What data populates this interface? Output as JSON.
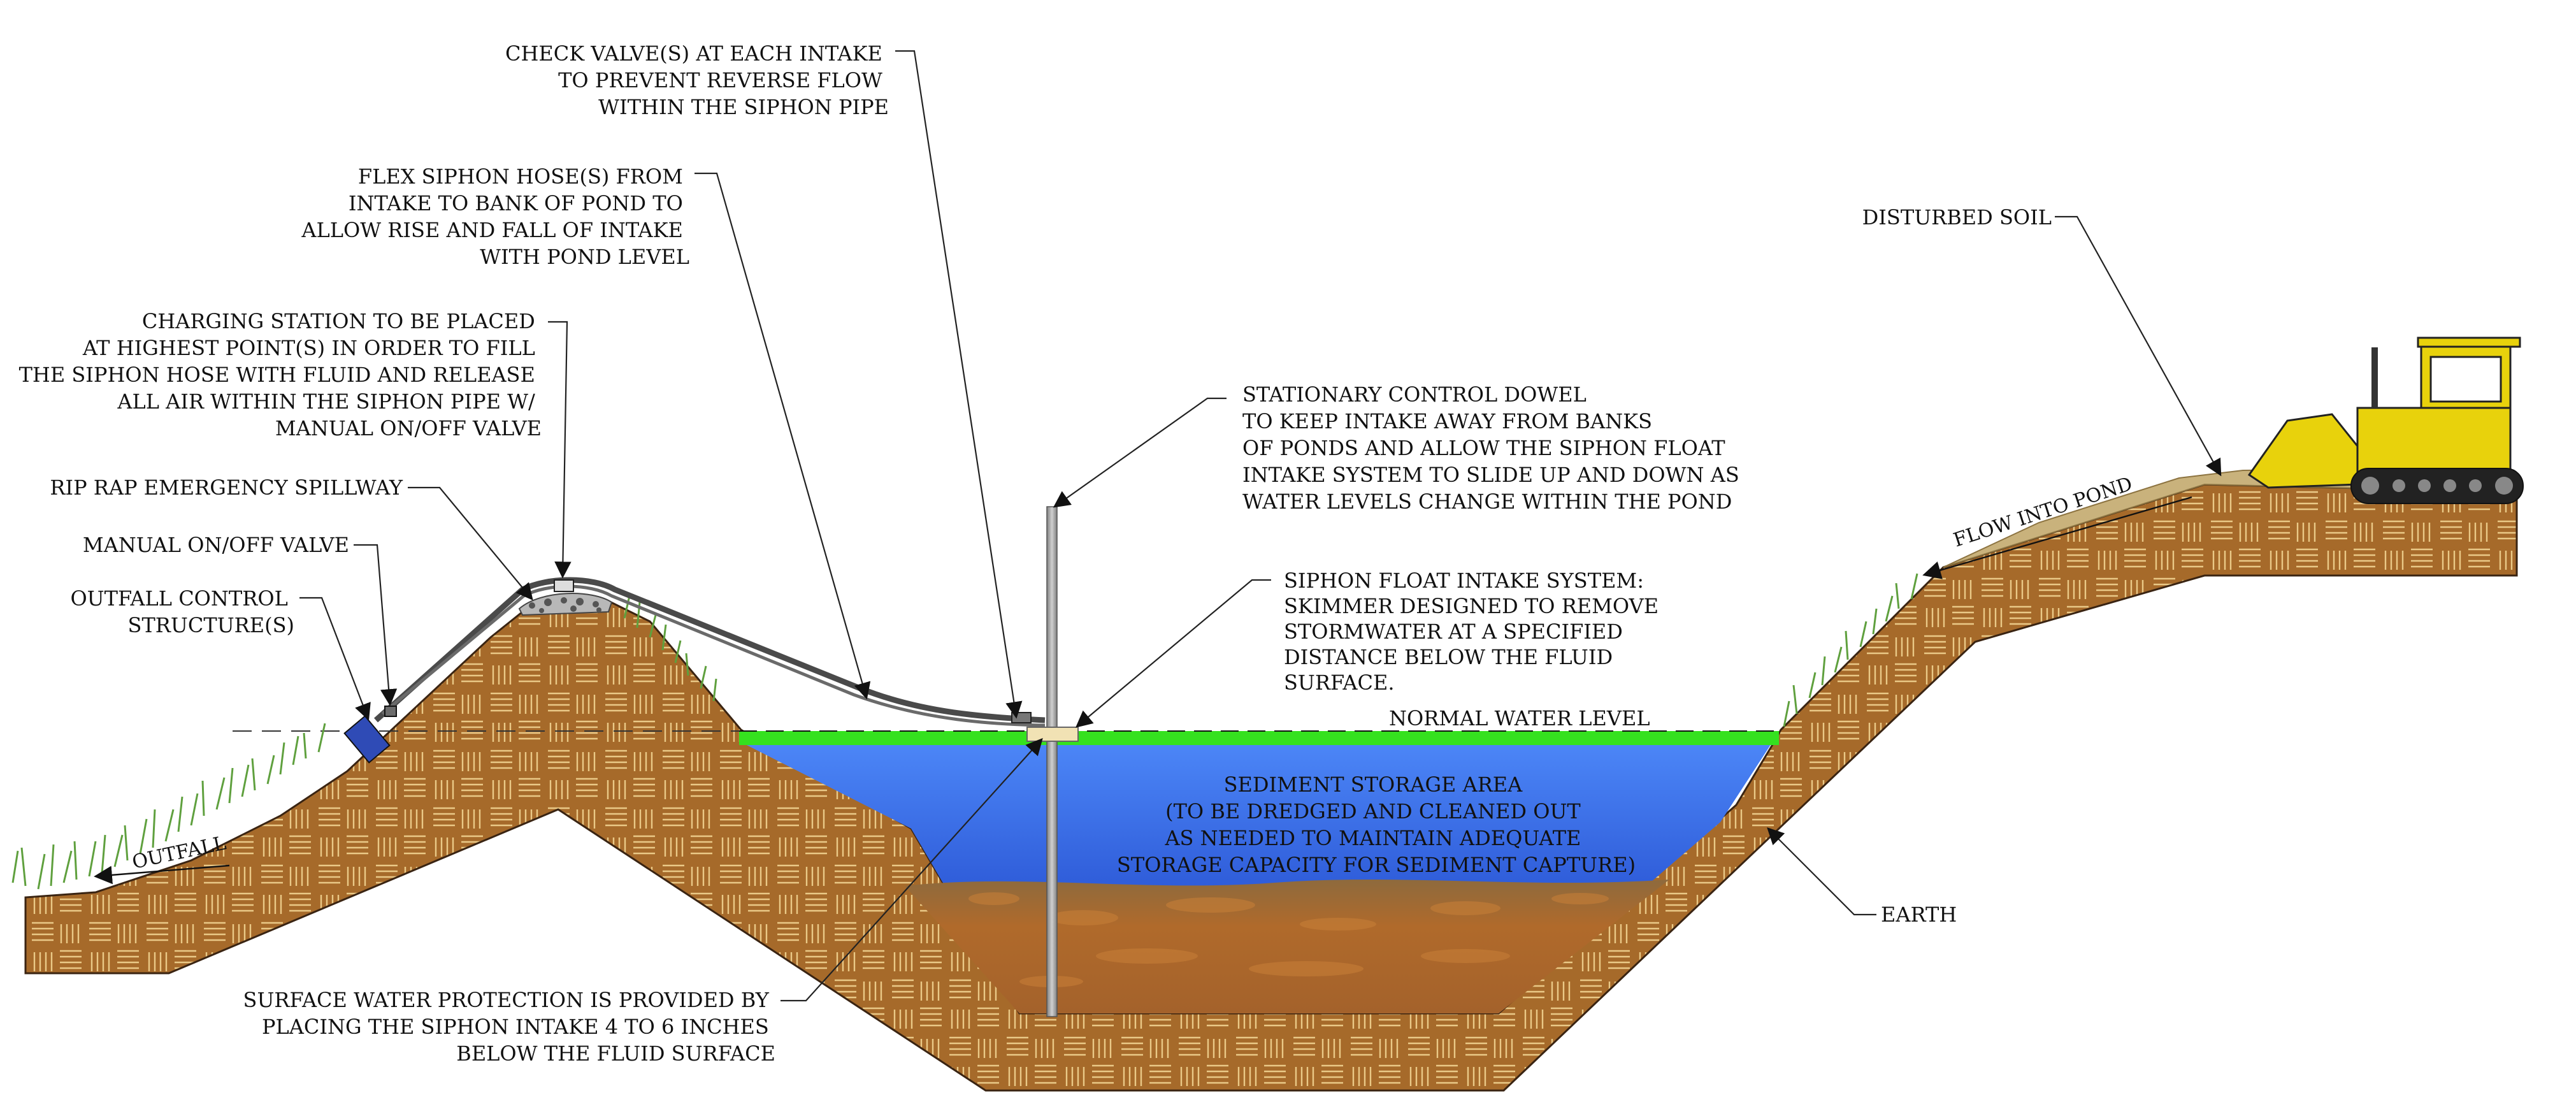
{
  "colors": {
    "earth_fill": "#A66A2A",
    "earth_line": "#E8C27A",
    "water_top": "#3F79F4",
    "water_bottom": "#1B3B8F",
    "water_surface": "#35E11F",
    "sediment": "#A4622B",
    "grass": "#5FA03E",
    "dozer": "#E8D20C",
    "pipe": "#4A4A4A",
    "dowel": "#A9A9A9",
    "float": "#F1E2B4"
  },
  "labels": {
    "check_valve": [
      "CHECK VALVE(S) AT EACH INTAKE",
      "TO PREVENT REVERSE FLOW",
      "WITHIN THE SIPHON PIPE"
    ],
    "flex_hose": [
      "FLEX SIPHON HOSE(S) FROM",
      "INTAKE TO BANK OF POND TO",
      "ALLOW RISE AND FALL OF INTAKE",
      "WITH POND LEVEL"
    ],
    "charging_station": [
      "CHARGING STATION TO BE PLACED",
      "AT HIGHEST POINT(S)   IN ORDER TO FILL",
      "THE SIPHON HOSE WITH FLUID AND RELEASE",
      "ALL AIR WITHIN THE SIPHON PIPE W/",
      "MANUAL ON/OFF VALVE"
    ],
    "rip_rap": [
      "RIP RAP EMERGENCY SPILLWAY"
    ],
    "manual_valve": [
      "MANUAL ON/OFF VALVE"
    ],
    "outfall_control": [
      "OUTFALL CONTROL",
      "STRUCTURE(S)"
    ],
    "outfall": "OUTFALL",
    "dowel": [
      "STATIONARY CONTROL DOWEL",
      "TO KEEP INTAKE AWAY FROM BANKS",
      "OF PONDS AND ALLOW THE SIPHON FLOAT",
      "INTAKE SYSTEM TO SLIDE UP AND DOWN AS",
      "WATER LEVELS CHANGE WITHIN THE POND"
    ],
    "float_intake": [
      "SIPHON FLOAT INTAKE SYSTEM:",
      "SKIMMER DESIGNED TO REMOVE",
      "STORMWATER AT A SPECIFIED",
      "DISTANCE BELOW THE FLUID",
      "SURFACE."
    ],
    "normal_water": "NORMAL WATER LEVEL",
    "sediment_storage": [
      "SEDIMENT STORAGE AREA",
      "(TO BE DREDGED AND CLEANED OUT",
      "AS NEEDED TO MAINTAIN ADEQUATE",
      "STORAGE CAPACITY FOR SEDIMENT CAPTURE)"
    ],
    "disturbed_soil": [
      "DISTURBED SOIL"
    ],
    "flow_into_pond": "FLOW INTO POND",
    "earth": [
      "EARTH"
    ],
    "surface_protection": [
      "SURFACE WATER PROTECTION IS PROVIDED BY",
      "PLACING THE SIPHON INTAKE 4 TO 6 INCHES",
      "BELOW THE FLUID SURFACE"
    ]
  }
}
